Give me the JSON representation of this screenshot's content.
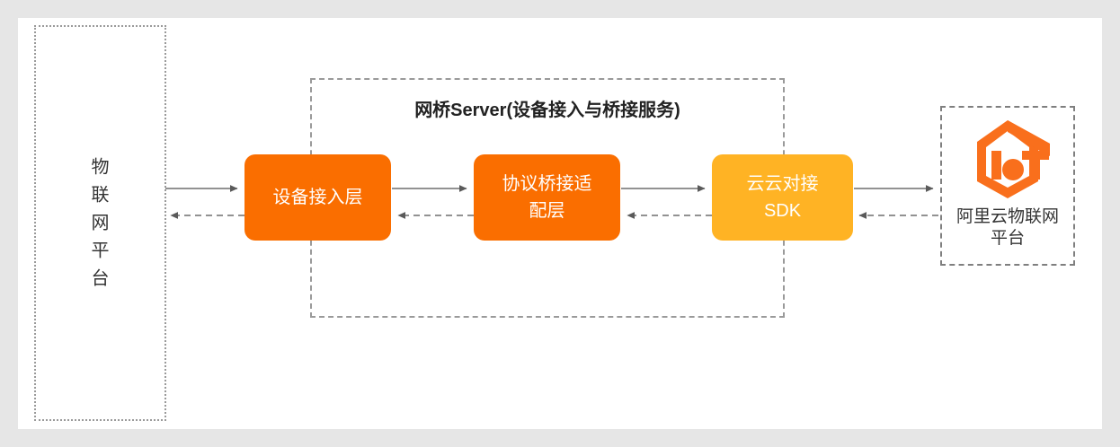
{
  "diagram": {
    "title_hidden": "",
    "background": "#e6e6e6",
    "canvas_background": "#ffffff"
  },
  "left_panel": {
    "name": "iot-platform",
    "label": "物\n联\n网\n平\n台",
    "border_style": "dotted",
    "border_color": "#9a9a9a"
  },
  "bridge_server": {
    "title": "网桥Server(设备接入与桥接服务)",
    "border_style": "dashed",
    "border_color": "#9a9a9a",
    "nodes": [
      {
        "id": "device-access-layer",
        "label": "设备接入层",
        "color": "#fa6e00",
        "text_color": "#ffffff"
      },
      {
        "id": "protocol-bridge-adapter-layer",
        "label": "协议桥接适\n配层",
        "color": "#fa6e00",
        "text_color": "#ffffff"
      },
      {
        "id": "cloud-to-cloud-sdk",
        "label": "云云对接\nSDK",
        "color": "#ffb324",
        "text_color": "#ffffff"
      }
    ]
  },
  "right_panel": {
    "name": "aliyun-iot-platform",
    "label": "阿里云物联网\n平台",
    "logo_name": "iot-hexagon-logo",
    "logo_color": "#f96f1c",
    "border_style": "dashed",
    "border_color": "#7f7f7f"
  },
  "connections": {
    "solid_color": "#666666",
    "dashed_color": "#666666",
    "upstream_label": "solid-arrow-right",
    "downstream_label": "dashed-arrow-left",
    "pairs": [
      {
        "from": "iot-platform",
        "to": "device-access-layer"
      },
      {
        "from": "device-access-layer",
        "to": "protocol-bridge-adapter-layer"
      },
      {
        "from": "protocol-bridge-adapter-layer",
        "to": "cloud-to-cloud-sdk"
      },
      {
        "from": "cloud-to-cloud-sdk",
        "to": "aliyun-iot-platform"
      }
    ]
  }
}
